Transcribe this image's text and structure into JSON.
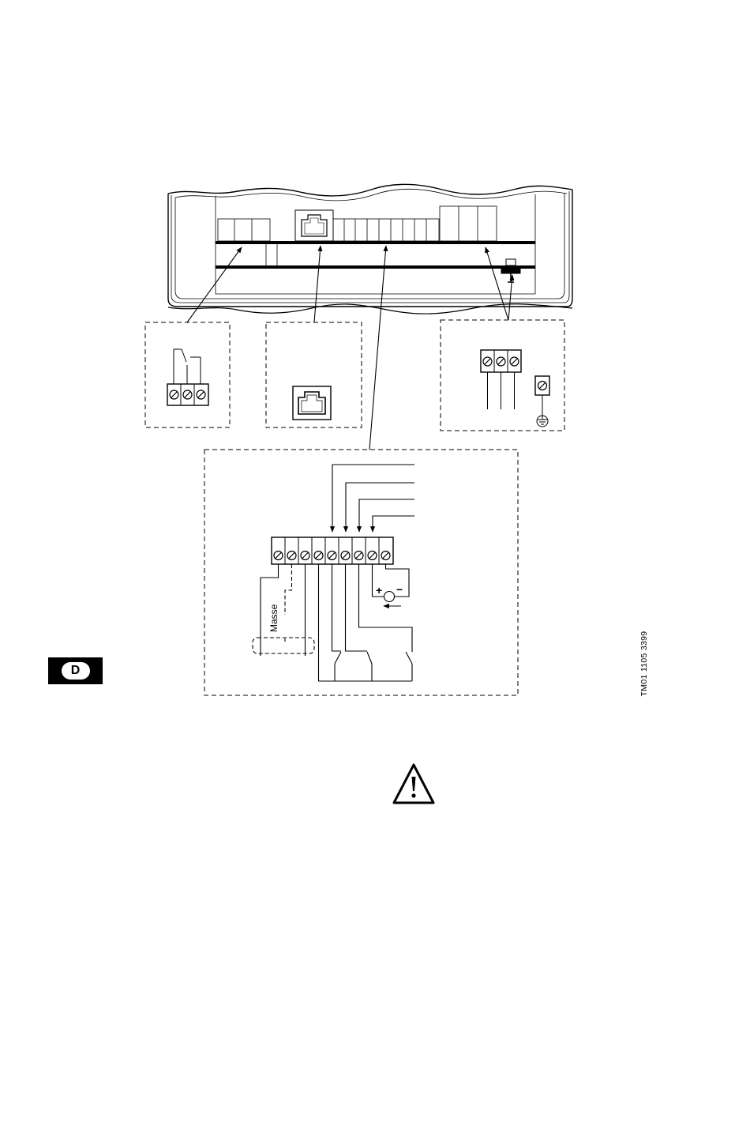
{
  "diagram": {
    "ground_label": "Masse",
    "figure_code": "TM01 1105 3399",
    "polarity_plus": "+",
    "polarity_minus": "−"
  },
  "language_tab": {
    "label": "D"
  },
  "icons": {
    "warning": "warning-triangle-icon",
    "earth": "earth-ground-icon",
    "rj_socket": "rj-socket-icon"
  }
}
